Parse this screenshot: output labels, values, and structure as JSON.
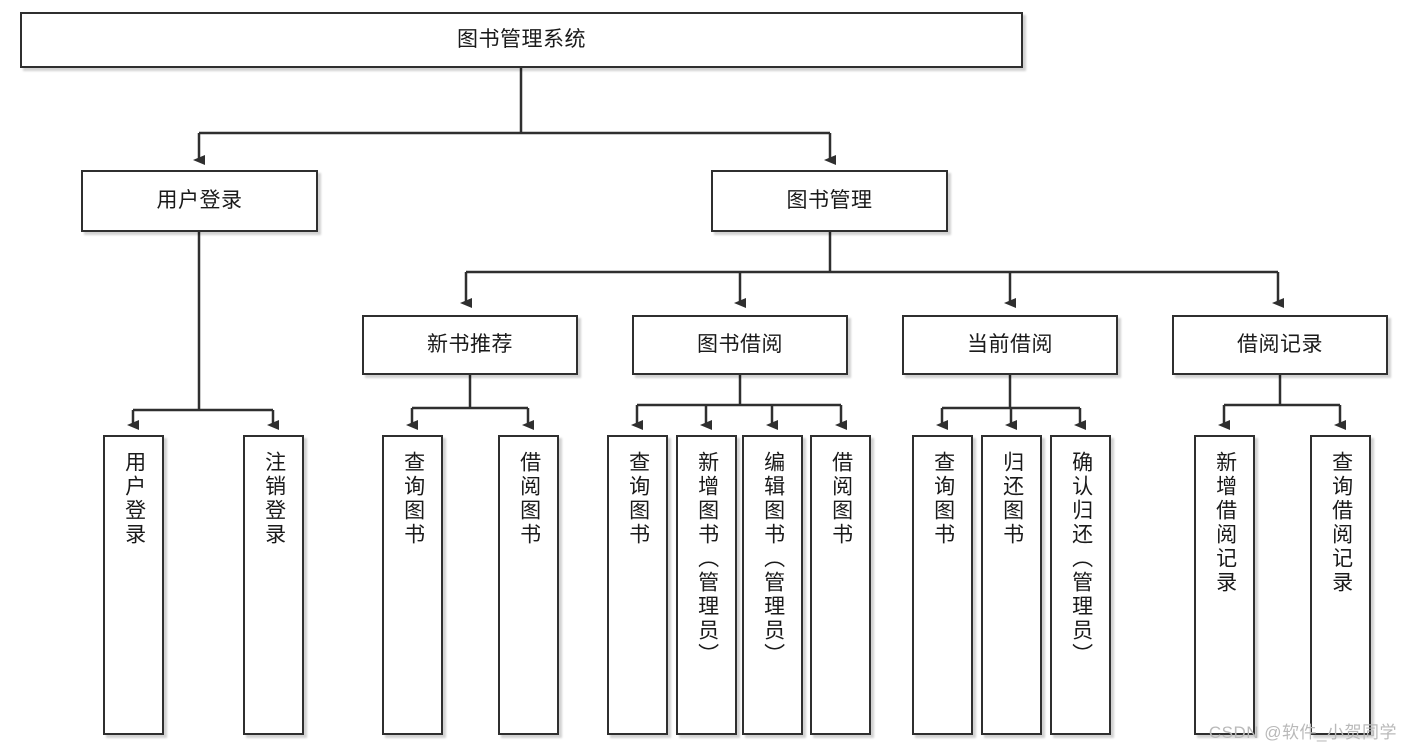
{
  "diagram": {
    "title": "图书管理系统",
    "type": "tree-hierarchy",
    "watermark": "CSDN @软件_小贺同学",
    "colors": {
      "box_border": "#2f2f2f",
      "box_fill": "#ffffff",
      "connector": "#2f2f2f",
      "watermark": "#b9b9b9",
      "background": "#ffffff"
    },
    "root": {
      "label": "图书管理系统"
    },
    "level2": [
      {
        "label": "用户登录"
      },
      {
        "label": "图书管理"
      }
    ],
    "level3": [
      {
        "label": "新书推荐"
      },
      {
        "label": "图书借阅"
      },
      {
        "label": "当前借阅"
      },
      {
        "label": "借阅记录"
      }
    ],
    "leaves": {
      "user_login": [
        {
          "label": "用户登录"
        },
        {
          "label": "注销登录"
        }
      ],
      "new_book_recommend": [
        {
          "label": "查询图书"
        },
        {
          "label": "借阅图书"
        }
      ],
      "book_borrow": [
        {
          "label": "查询图书"
        },
        {
          "label": "新增图书（管理员）"
        },
        {
          "label": "编辑图书（管理员）"
        },
        {
          "label": "借阅图书"
        }
      ],
      "current_borrow": [
        {
          "label": "查询图书"
        },
        {
          "label": "归还图书"
        },
        {
          "label": "确认归还（管理员）"
        }
      ],
      "borrow_record": [
        {
          "label": "新增借阅记录"
        },
        {
          "label": "查询借阅记录"
        }
      ]
    }
  }
}
